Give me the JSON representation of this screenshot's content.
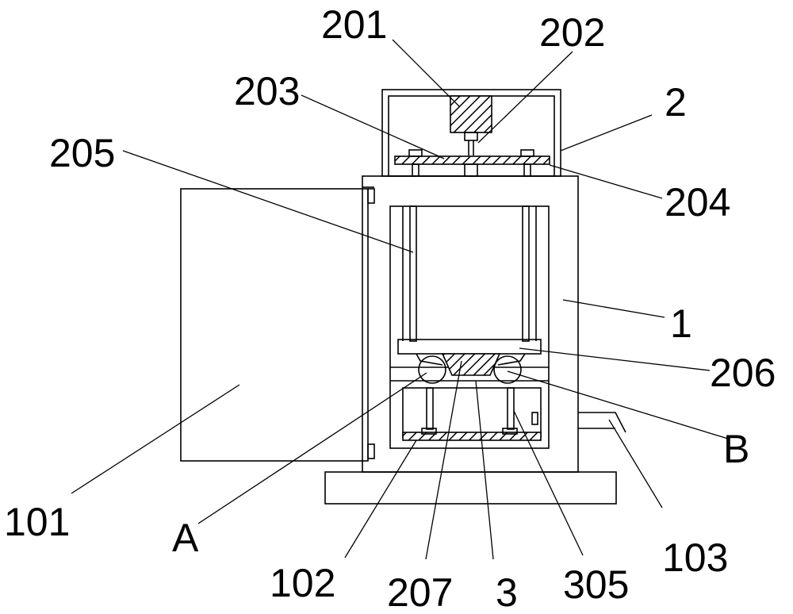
{
  "labels": {
    "l201": "201",
    "l202": "202",
    "l203": "203",
    "l2": "2",
    "l205": "205",
    "l204": "204",
    "l1": "1",
    "l206": "206",
    "lB": "B",
    "l101": "101",
    "lA": "A",
    "l103": "103",
    "l102": "102",
    "l207": "207",
    "l3": "3",
    "l305": "305"
  }
}
